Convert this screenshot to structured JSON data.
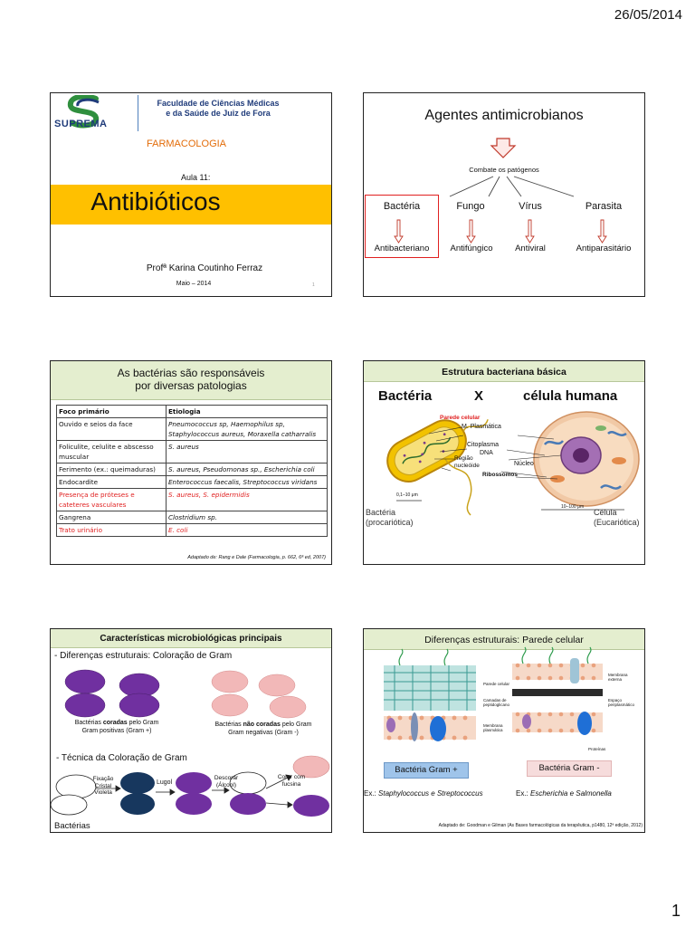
{
  "page": {
    "date": "26/05/2014",
    "number": "1"
  },
  "slide1": {
    "inst_line1": "Faculdade de Ciências Médicas",
    "inst_line2": "e da Saúde de Juiz de Fora",
    "logo_text": "SUPREMA",
    "subject": "FARMACOLOGIA",
    "lesson": "Aula 11:",
    "title": "Antibióticos",
    "author": "Profª Karina Coutinho Ferraz",
    "date": "Maio – 2014",
    "slide_no": "1",
    "colors": {
      "banner": "#ffc000",
      "brand_blue": "#1f3b7a",
      "logo_green": "#2f8f3e"
    }
  },
  "slide2": {
    "title": "Agentes antimicrobianos",
    "subtitle": "Combate os patógenos",
    "categories": [
      "Bactéria",
      "Fungo",
      "Vírus",
      "Parasita"
    ],
    "agents": [
      "Antibacteriano",
      "Antifúngico",
      "Antiviral",
      "Antiparasitário"
    ],
    "colors": {
      "arrow": "#c0392b",
      "highlight": "#e02020"
    }
  },
  "slide3": {
    "title_line1": "As bactérias são responsáveis",
    "title_line2": "por diversas patologias",
    "columns": [
      "Foco primário",
      "Etiologia"
    ],
    "rows": [
      {
        "foco": "Ouvido e seios da face",
        "etiologia": "Pneumococcus sp, Haemophilus sp, Staphylococcus aureus, Moraxella catharralis",
        "red": false
      },
      {
        "foco": "Foliculite, celulite e abscesso muscular",
        "etiologia": "S. aureus",
        "red": false
      },
      {
        "foco": "Ferimento (ex.: queimaduras)",
        "etiologia": "S. aureus, Pseudomonas sp., Escherichia coli",
        "red": false
      },
      {
        "foco": "Endocardite",
        "etiologia": "Enterococcus faecalis, Streptococcus viridans",
        "red": false
      },
      {
        "foco": "Presença de próteses e cateteres vasculares",
        "etiologia": "S. aureus, S. epidermidis",
        "red": true
      },
      {
        "foco": "Gangrena",
        "etiologia": "Clostridium sp.",
        "red": false
      },
      {
        "foco": "Trato urinário",
        "etiologia": "E. coli",
        "red": true
      }
    ],
    "source": "Adaptado de: Rang e Dale (Farmacologia, p. 662, 6ª ed, 2007)"
  },
  "slide4": {
    "header": "Estrutura bacteriana básica",
    "left_title": "Bactéria",
    "vs": "X",
    "right_title": "célula humana",
    "labels": {
      "wall": "Parede celular",
      "membrane": "M. Plasmática",
      "cytoplasm": "Citoplasma",
      "dna": "DNA",
      "nucleoid": "Região nucleóide",
      "nucleus": "Núcleo",
      "ribosomes": "Ribossomos",
      "scale_bact": "0,1–10 μm",
      "scale_cell": "10–100 μm",
      "bact_name": "Bactéria",
      "bact_type": "(procariótica)",
      "cell_name": "Célula",
      "cell_type": "(Eucariótica)"
    }
  },
  "slide5": {
    "header": "Características microbiológicas principais",
    "point1": "- Diferenças estruturais: Coloração de Gram",
    "stained_pre": "Bactérias ",
    "stained_bold": "coradas",
    "stained_post": " pelo Gram",
    "stained_line2": "Gram positivas (Gram +)",
    "unstained_pre": "Bactérias ",
    "unstained_bold": "não coradas",
    "unstained_post": " pelo Gram",
    "unstained_line2": "Gram negativas (Gram -)",
    "point2": "- Técnica da Coloração de Gram",
    "steps": [
      "Fixação",
      "Cristal",
      "Violeta",
      "Lugol",
      "Descorar",
      "(Álcool)",
      "Corar com",
      "fucsina"
    ],
    "footer": "Bactérias",
    "colors": {
      "purple": "#7030a0",
      "pink": "#f2b8b8",
      "dark": "#17375e"
    }
  },
  "slide6": {
    "header": "Diferenças estruturais: Parede celular",
    "diagram_labels": [
      "Parede celular",
      "Camadas de peptidoglicano",
      "Membrana plasmática",
      "Membrana externa",
      "Espaço periplasmático",
      "Proteínas"
    ],
    "gram_pos": "Bactéria Gram +",
    "gram_neg": "Bactéria Gram -",
    "ex_prefix": "Ex.: ",
    "ex_pos": "Staphylococcus e Streptococcus",
    "ex_neg": "Escherichia e Salmonella",
    "source": "Adaptado de: Goodman e Gilman (As Bases farmacológicas da terapêutica,  p1480, 12ª edição, 2012)"
  }
}
